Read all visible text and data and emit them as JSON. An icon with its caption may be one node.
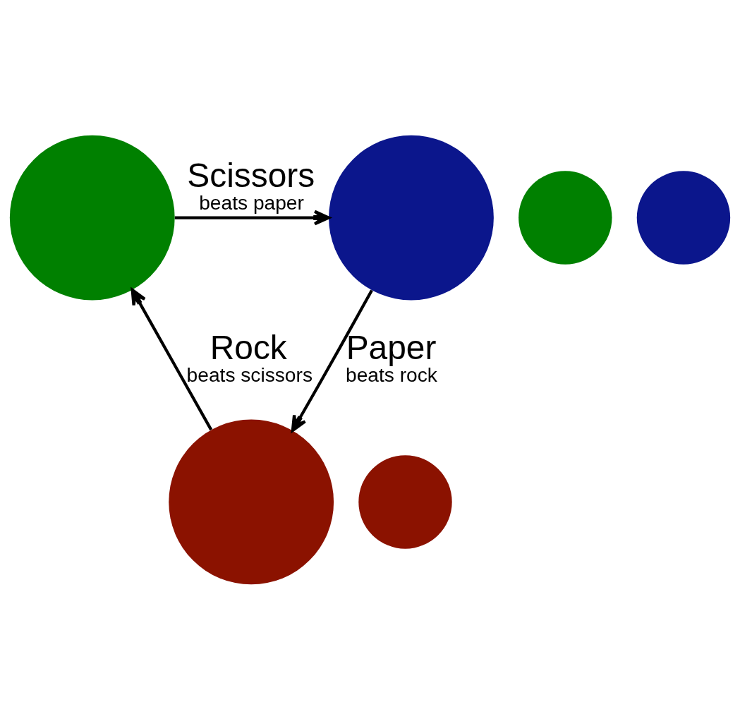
{
  "diagram": {
    "nodes": [
      {
        "text": [],
        "shape": "circle"
      },
      {
        "text": [],
        "shape": "circle"
      },
      {
        "text": [],
        "shape": "circle"
      },
      {
        "text": [],
        "shape": "circle"
      },
      {
        "text": [],
        "shape": "circle"
      },
      {
        "text": [],
        "shape": "circle"
      }
    ],
    "edges": [
      {
        "from": 0,
        "to": 1,
        "arrow": "to",
        "label": "Scissors beats paper"
      },
      {
        "from": 1,
        "to": 5,
        "arrow": "to",
        "label": "Paper beats rock"
      },
      {
        "from": 5,
        "to": 0,
        "arrow": "to",
        "label": "Rock beats scissors"
      }
    ]
  }
}
